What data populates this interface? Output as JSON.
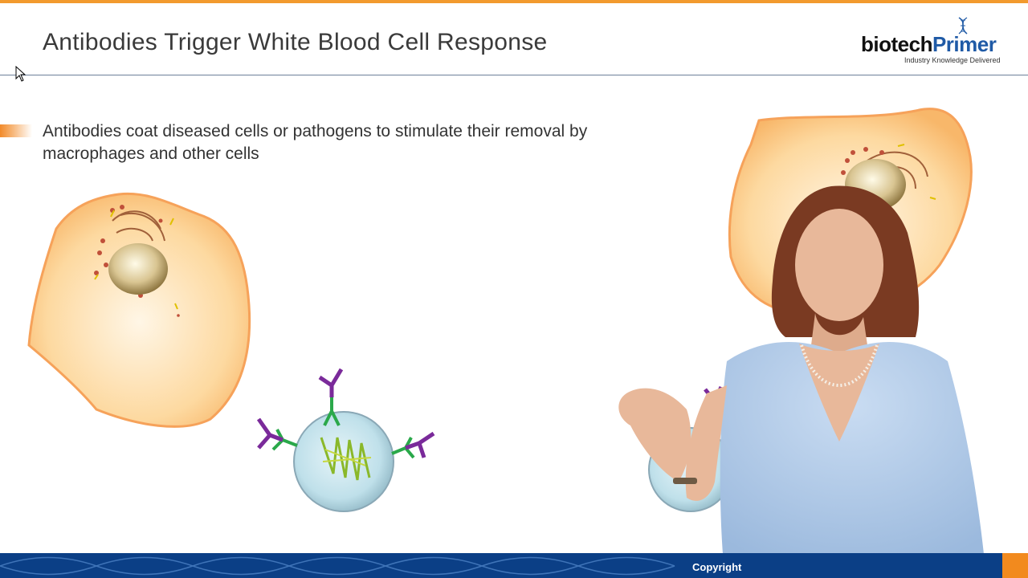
{
  "slide": {
    "title": "Antibodies Trigger White Blood Cell Response",
    "bullet": "Antibodies coat diseased cells or pathogens to stimulate their removal by macrophages and other cells"
  },
  "logo": {
    "part1": "biotech",
    "part2": "Primer",
    "tagline": "Industry Knowledge Delivered"
  },
  "footer": {
    "copyright": "Copyright"
  },
  "colors": {
    "accent_orange": "#f29a2e",
    "brand_blue": "#1f5aa6",
    "footer_blue": "#0b3f86",
    "antibody_purple": "#7a2a9a",
    "antibody_green": "#2aa84a"
  }
}
